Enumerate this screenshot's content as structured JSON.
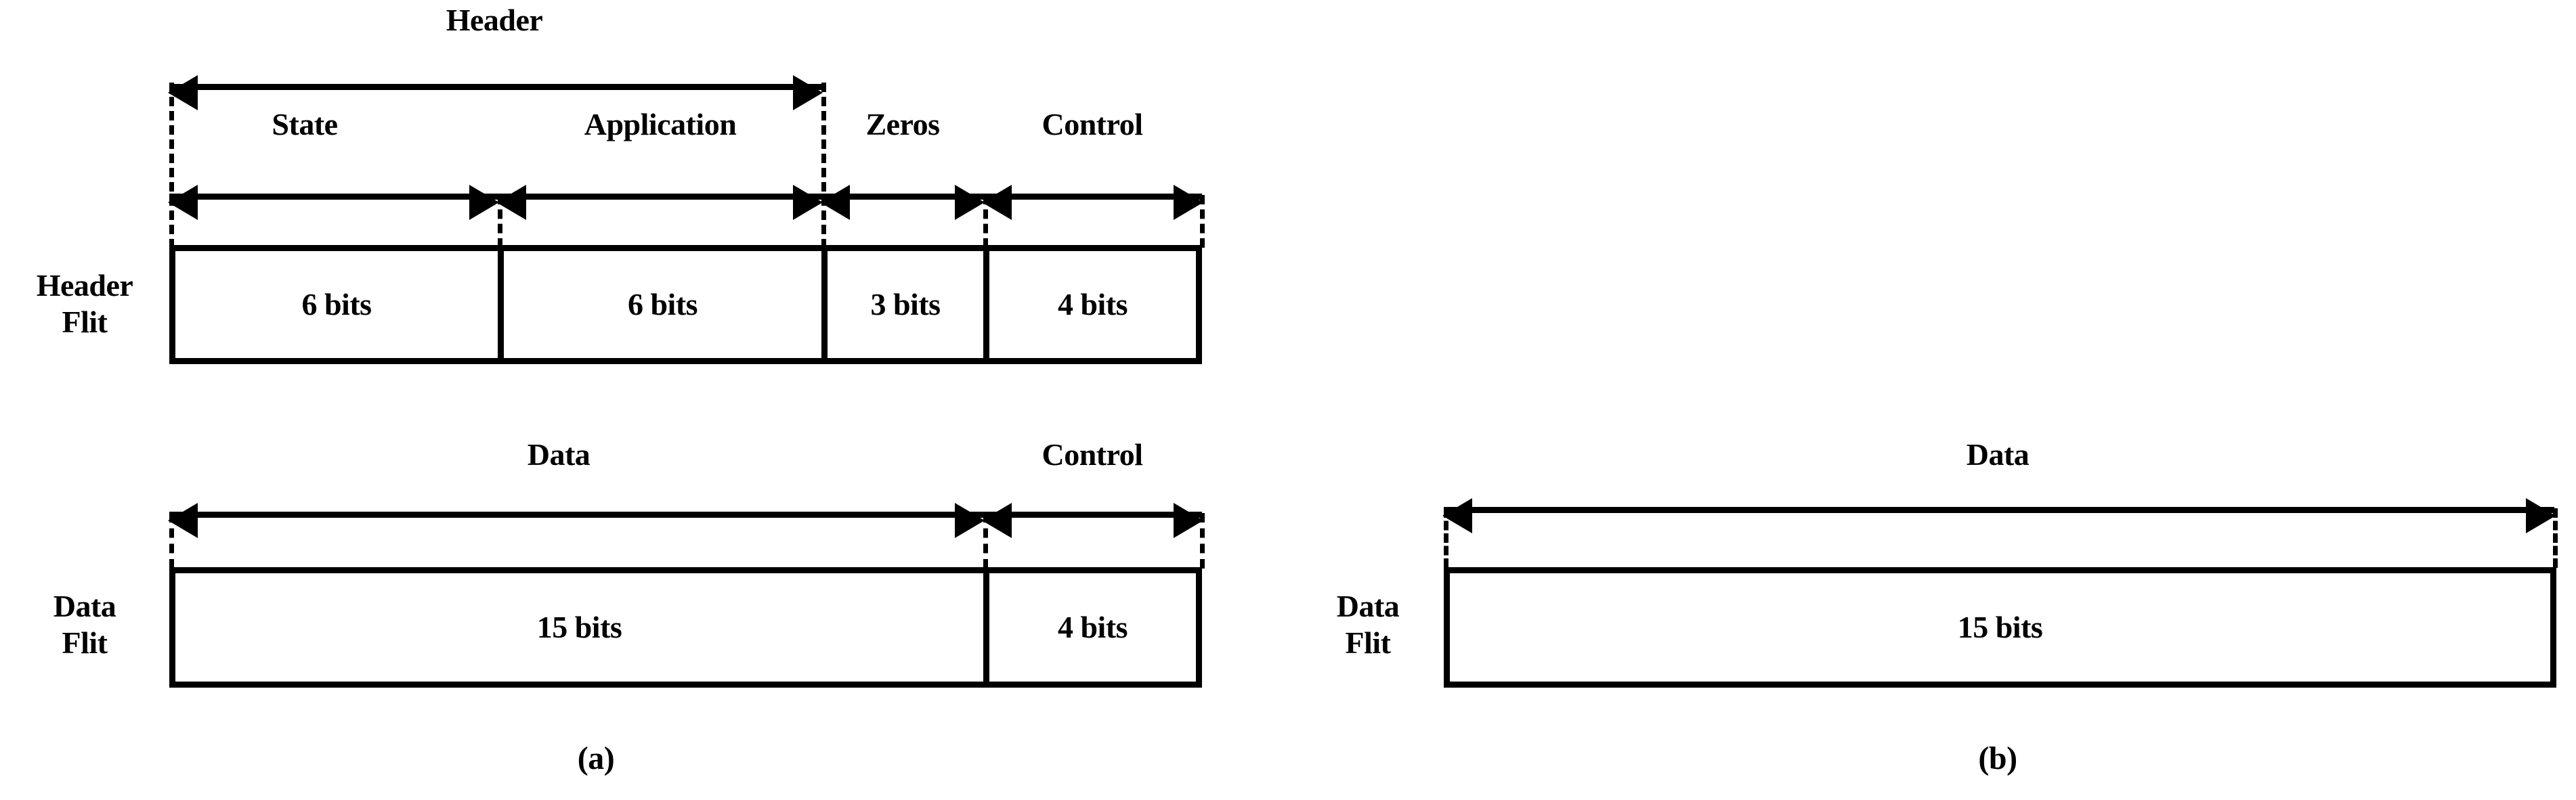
{
  "figure": {
    "title": "Flit format diagram",
    "background_color": "#ffffff",
    "line_color": "#000000"
  },
  "panel_a": {
    "caption": "(a)",
    "header_flit": {
      "side_label_line1": "Header",
      "side_label_line2": "Flit",
      "top_span_label": "Header",
      "field_labels": [
        "State",
        "Application",
        "Zeros",
        "Control"
      ],
      "cells": [
        {
          "label": "State",
          "value": "6 bits",
          "bits": 6
        },
        {
          "label": "Application",
          "value": "6 bits",
          "bits": 6
        },
        {
          "label": "Zeros",
          "value": "3 bits",
          "bits": 3
        },
        {
          "label": "Control",
          "value": "4 bits",
          "bits": 4
        }
      ]
    },
    "data_flit": {
      "side_label_line1": "Data",
      "side_label_line2": "Flit",
      "field_labels": [
        "Data",
        "Control"
      ],
      "cells": [
        {
          "label": "Data",
          "value": "15 bits",
          "bits": 15
        },
        {
          "label": "Control",
          "value": "4 bits",
          "bits": 4
        }
      ]
    }
  },
  "panel_b": {
    "caption": "(b)",
    "data_flit": {
      "side_label_line1": "Data",
      "side_label_line2": "Flit",
      "field_labels": [
        "Data"
      ],
      "cells": [
        {
          "label": "Data",
          "value": "15 bits",
          "bits": 15
        }
      ]
    }
  }
}
